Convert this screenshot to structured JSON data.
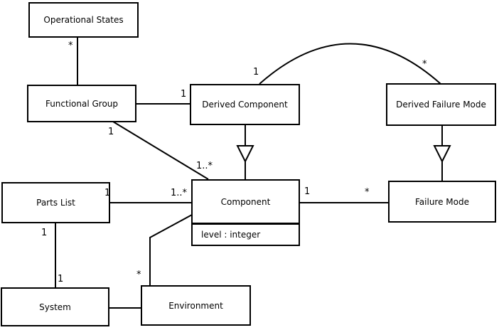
{
  "diagram": {
    "type": "uml-class-diagram",
    "background_color": "#ffffff",
    "line_color": "#000000",
    "nodes": [
      {
        "id": "operational-states",
        "label": "Operational States"
      },
      {
        "id": "functional-group",
        "label": "Functional Group"
      },
      {
        "id": "derived-component",
        "label": "Derived Component"
      },
      {
        "id": "derived-failure-mode",
        "label": "Derived Failure Mode"
      },
      {
        "id": "parts-list",
        "label": "Parts List"
      },
      {
        "id": "component",
        "label": "Component",
        "attributes": [
          "level : integer"
        ]
      },
      {
        "id": "failure-mode",
        "label": "Failure Mode"
      },
      {
        "id": "system",
        "label": "System"
      },
      {
        "id": "environment",
        "label": "Environment"
      }
    ],
    "edges": [
      {
        "from": "operational-states",
        "to": "functional-group",
        "from_label": "*",
        "to_label": "",
        "kind": "association"
      },
      {
        "from": "functional-group",
        "to": "derived-component",
        "from_label": "",
        "to_label": "1",
        "kind": "association"
      },
      {
        "from": "functional-group",
        "to": "component",
        "from_label": "1",
        "to_label": "1..*",
        "kind": "association"
      },
      {
        "from": "derived-component",
        "to": "component",
        "from_label": "",
        "to_label": "",
        "kind": "generalization"
      },
      {
        "from": "derived-component",
        "to": "derived-failure-mode",
        "from_label": "1",
        "to_label": "*",
        "kind": "association-arc"
      },
      {
        "from": "derived-failure-mode",
        "to": "failure-mode",
        "from_label": "",
        "to_label": "",
        "kind": "generalization"
      },
      {
        "from": "component",
        "to": "failure-mode",
        "from_label": "1",
        "to_label": "*",
        "kind": "association"
      },
      {
        "from": "parts-list",
        "to": "component",
        "from_label": "1",
        "to_label": "1..*",
        "kind": "association"
      },
      {
        "from": "parts-list",
        "to": "system",
        "from_label": "1",
        "to_label": "1",
        "kind": "association"
      },
      {
        "from": "system",
        "to": "environment",
        "from_label": "",
        "to_label": "",
        "kind": "association"
      },
      {
        "from": "component",
        "to": "environment",
        "from_label": "",
        "to_label": "*",
        "kind": "association"
      }
    ]
  }
}
